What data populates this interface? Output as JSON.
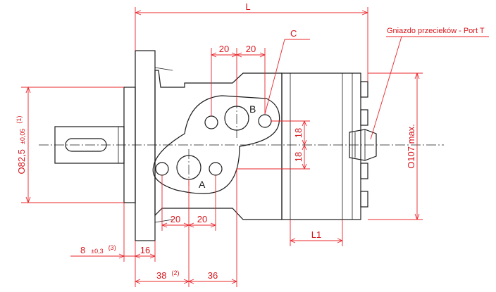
{
  "labels": {
    "L": "L",
    "L1": "L1",
    "C": "C",
    "A": "A",
    "B": "B",
    "port_t": "Gniazdo przecieków - Port T",
    "dia_shaft": "O82,5",
    "dia_shaft_tol": "±0,05",
    "dia_shaft_note": "(1)",
    "dia_body": "O107 max.",
    "top_20_a": "20",
    "top_20_b": "20",
    "bottom_20_a": "20",
    "bottom_20_b": "20",
    "v_18_a": "18",
    "v_18_b": "18",
    "dim_8": "8",
    "dim_8_tol": "±0,3",
    "dim_8_note": "(3)",
    "dim_16": "16",
    "dim_38": "38",
    "dim_38_note": "(2)",
    "dim_36": "36"
  },
  "colors": {
    "dimension": "#e8242a",
    "outline": "#1a1a1a"
  }
}
